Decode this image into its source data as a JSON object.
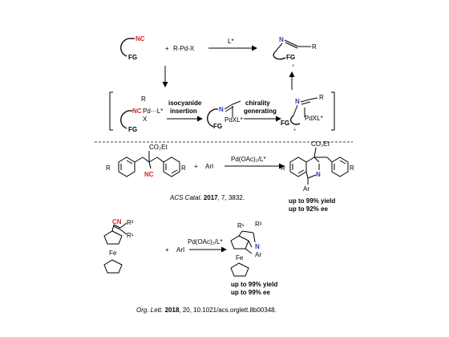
{
  "scheme": {
    "fg": "FG",
    "nc": "NC",
    "n": "N",
    "plus": "+",
    "r_pd_x": "R-Pd-X",
    "ligand": "L*",
    "r": "R",
    "star": "*",
    "pd_l": "Pd···L*",
    "x": "X",
    "pdxl": "PdXL*",
    "step_isocyanide_1": "isocyanide",
    "step_isocyanide_2": "insertion",
    "step_chirality_1": "chirality",
    "step_chirality_2": "generating"
  },
  "example1": {
    "ester": "CO₂Et",
    "r": "R",
    "nc": "NC",
    "plus": "+",
    "reagent": "ArI",
    "catalyst": "Pd(OAc)₂/L*",
    "ar": "Ar",
    "n": "N",
    "yield": "up to 99% yield",
    "ee": "up to 92% ee",
    "citation_journal": "ACS Catal.",
    "citation_year": "2017",
    "citation_rest": ", 7, 3832."
  },
  "example2": {
    "cn": "CN",
    "r1": "R¹",
    "r2": "R²",
    "fe": "Fe",
    "plus": "+",
    "reagent": "ArI",
    "catalyst": "Pd(OAc)₂/L*",
    "n": "N",
    "ar": "Ar",
    "yield": "up to 99% yield",
    "ee": "up to 99% ee",
    "citation_journal": "Org. Lett.",
    "citation_year": "2018",
    "citation_rest": ", 20, 10.1021/acs.orglett.8b00348."
  },
  "colors": {
    "nc_highlight": "#d8262b",
    "n_highlight": "#2a3fb5"
  }
}
